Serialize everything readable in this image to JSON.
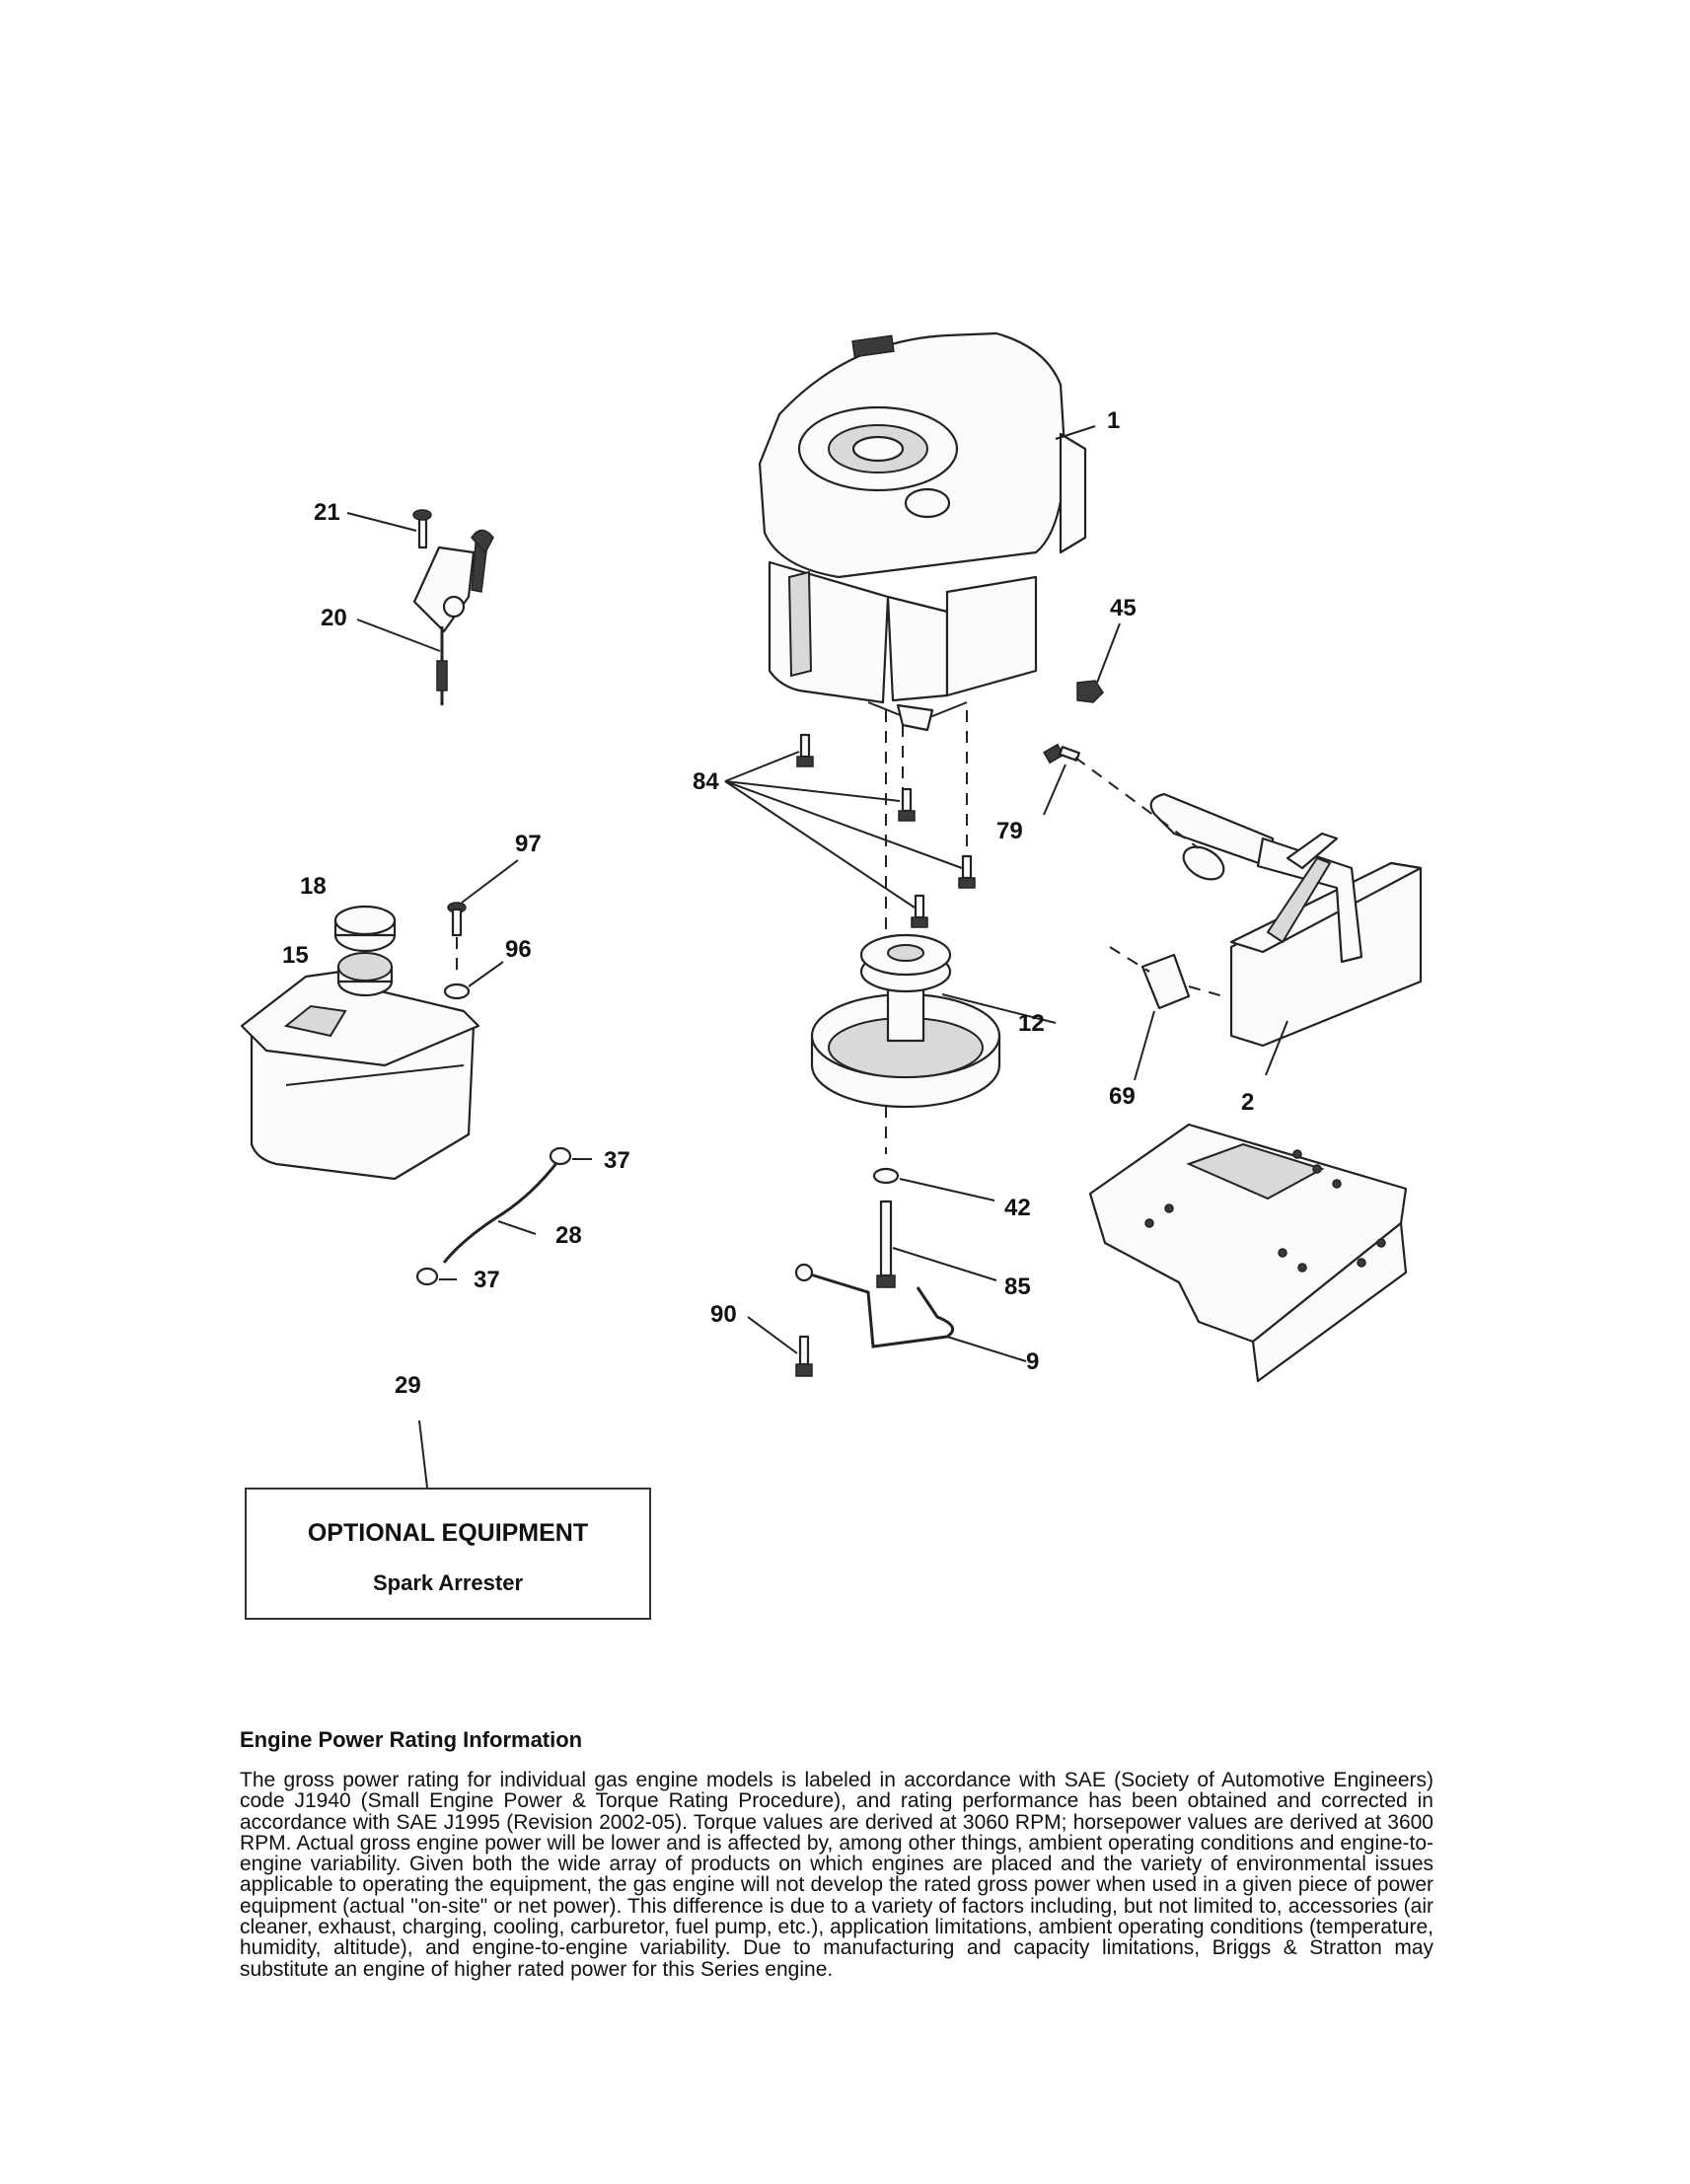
{
  "callouts": {
    "c1": "1",
    "c2": "2",
    "c9": "9",
    "c12": "12",
    "c15": "15",
    "c18": "18",
    "c20": "20",
    "c21": "21",
    "c28": "28",
    "c29": "29",
    "c37a": "37",
    "c37b": "37",
    "c42": "42",
    "c45": "45",
    "c69": "69",
    "c79": "79",
    "c84": "84",
    "c85": "85",
    "c90": "90",
    "c96": "96",
    "c97": "97"
  },
  "optional_equipment": {
    "title": "OPTIONAL EQUIPMENT",
    "item": "Spark Arrester"
  },
  "engine_power": {
    "heading": "Engine Power Rating Information",
    "body": "The gross power rating for individual gas engine models is labeled in accordance with SAE (Society of Automotive Engineers) code J1940 (Small Engine Power & Torque Rating Procedure), and rating performance has been obtained and corrected in accordance with SAE J1995 (Revision 2002-05). Torque values are derived at 3060 RPM; horsepower values are derived at 3600 RPM. Actual gross engine power will be lower and is affected by, among other things, ambient operating conditions and engine-to-engine variability. Given both the wide array of products on which engines are placed and the variety of environmental issues applicable to operating the equipment, the gas engine will not develop the rated gross power when used in a given piece of power equipment (actual \"on-site\" or net power). This difference is due to a variety of factors including, but not limited to, accessories (air cleaner, exhaust, charging, cooling, carburetor, fuel pump, etc.), application limitations, ambient operating conditions (temperature, humidity, altitude), and engine-to-engine variability. Due to manufacturing and capacity limitations, Briggs & Stratton may substitute an engine of higher rated power for this Series engine."
  }
}
